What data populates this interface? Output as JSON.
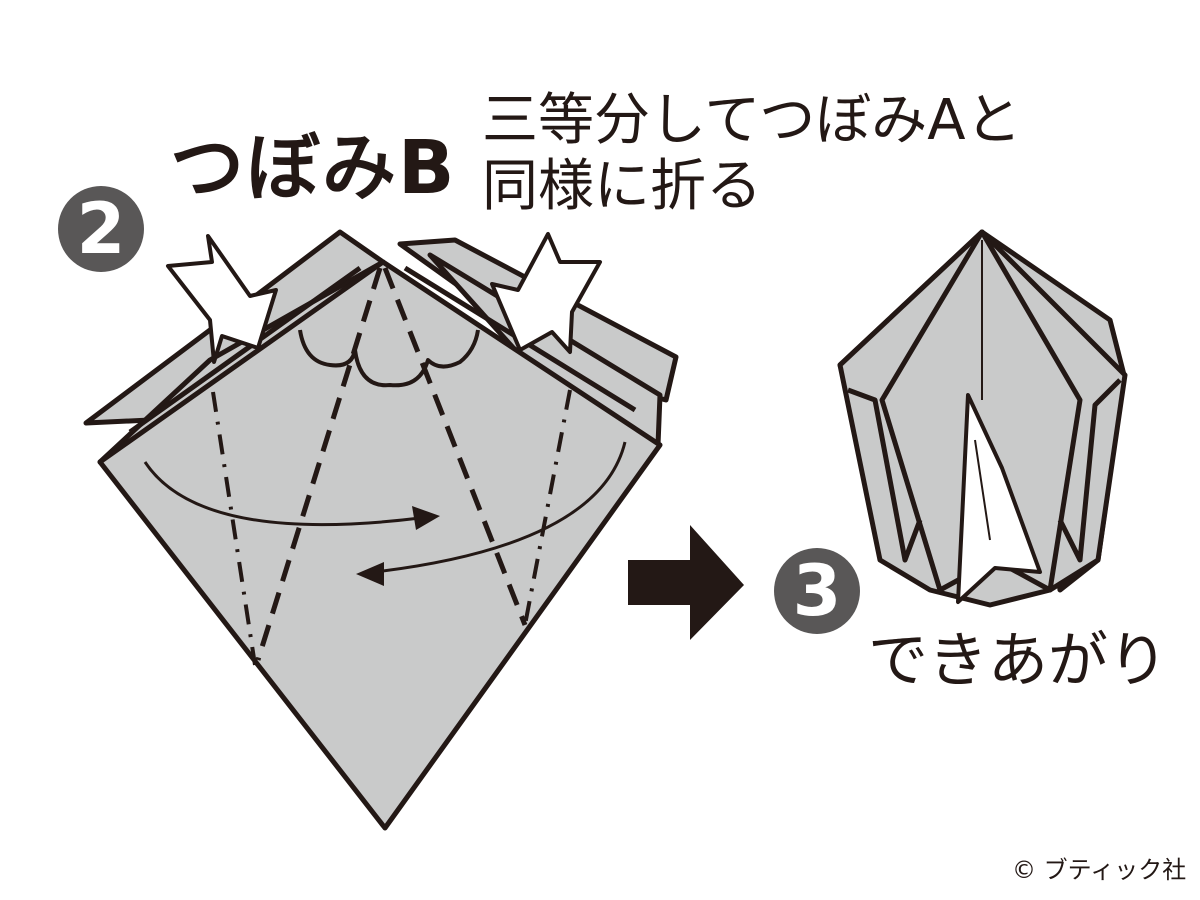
{
  "title": "つぼみB",
  "instruction": {
    "line1": "三等分してつぼみAと",
    "line2": "同様に折る"
  },
  "steps": {
    "step2": "2",
    "step3": "3"
  },
  "result_label": "できあがり",
  "copyright": "© ブティック社",
  "colors": {
    "paper": "#c9caca",
    "line": "#231815",
    "badge": "#595757",
    "background": "#ffffff"
  }
}
